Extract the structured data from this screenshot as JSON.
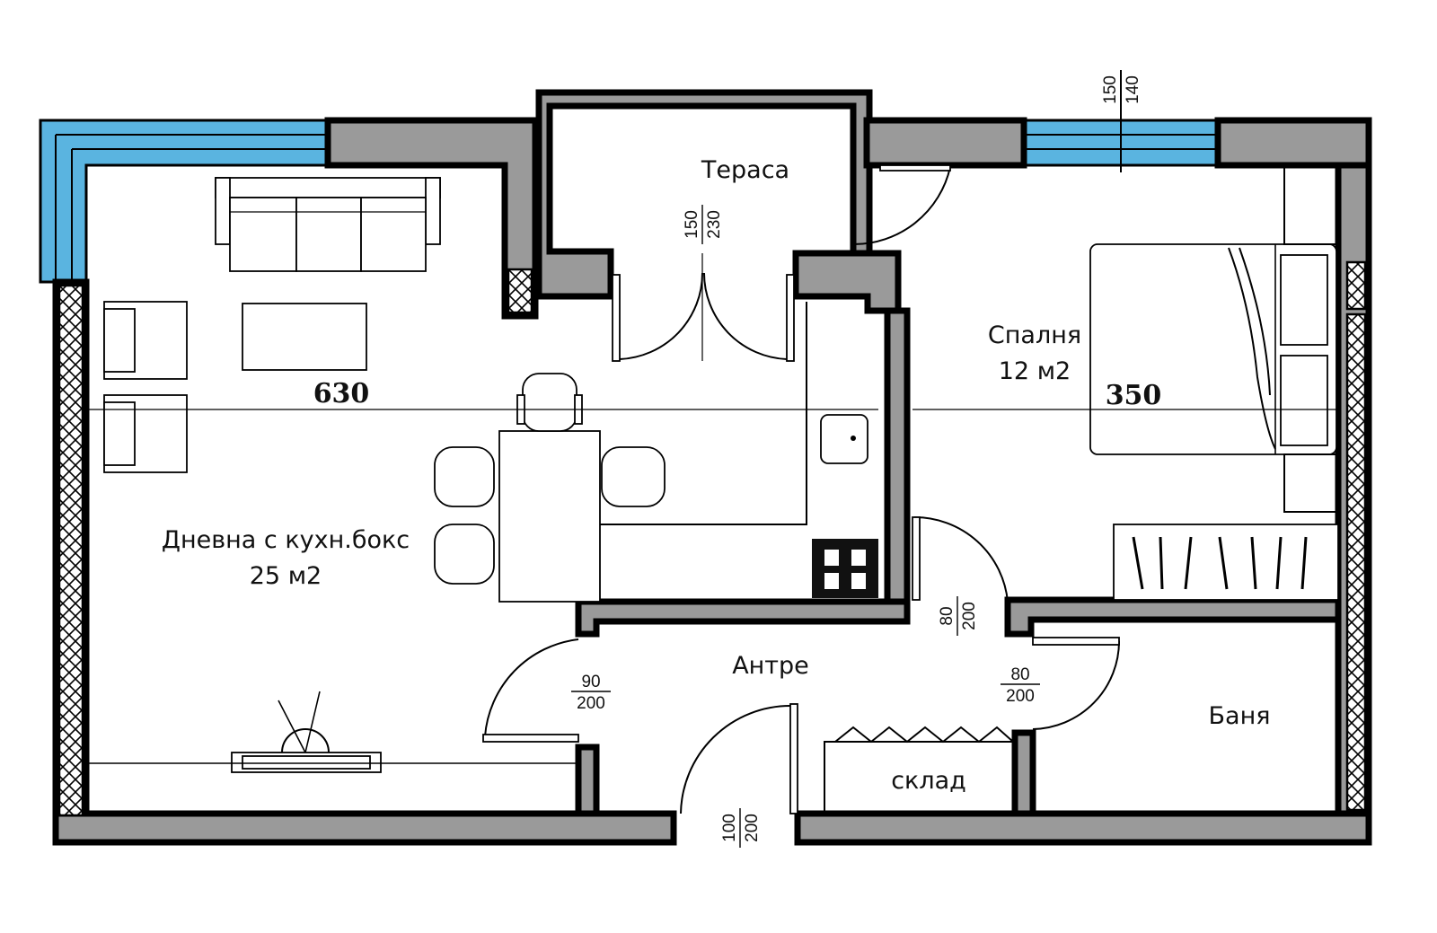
{
  "rooms": {
    "living": {
      "name": "Дневна с кухн.бокс",
      "area": "25 м2"
    },
    "bedroom": {
      "name": "Спалня",
      "area": "12 м2"
    },
    "terrace": {
      "name": "Тераса"
    },
    "hall": {
      "name": "Антре"
    },
    "bathroom": {
      "name": "Баня"
    },
    "storage": {
      "name": "склад"
    }
  },
  "dimensions": {
    "living_width": "630",
    "bedroom_width": "350"
  },
  "openings": {
    "window_bedroom": {
      "top": "150",
      "bottom": "140"
    },
    "door_terrace": {
      "top": "150",
      "bottom": "230"
    },
    "door_living": {
      "top": "90",
      "bottom": "200"
    },
    "door_bedroom": {
      "top": "80",
      "bottom": "200"
    },
    "door_bathroom": {
      "top": "80",
      "bottom": "200"
    },
    "door_entrance": {
      "top": "100",
      "bottom": "200"
    }
  },
  "colors": {
    "wall": "#9a9a9a",
    "glass": "#5ab4e0"
  }
}
